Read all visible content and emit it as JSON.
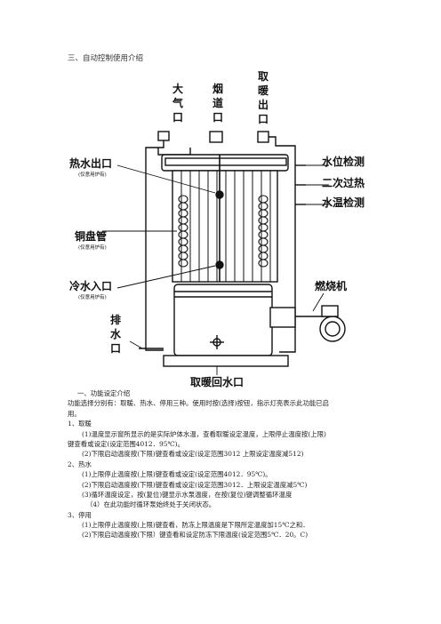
{
  "section_title": "三、自动控制使用介绍",
  "diagram": {
    "labels": {
      "atmosphere": [
        "大",
        "气",
        "口"
      ],
      "flue": [
        "烟",
        "道",
        "口"
      ],
      "heating_outlet": [
        "取",
        "暖",
        "出",
        "口"
      ],
      "hot_water_outlet": "热水出口",
      "hot_water_outlet_note": "(仅意用炉有)",
      "copper_coil": "铜盘管",
      "copper_coil_note": "(仅意用炉有)",
      "cold_water_inlet": "冷水入口",
      "cold_water_inlet_note": "(仅意用炉有)",
      "drain": [
        "排",
        "水",
        "口"
      ],
      "water_level_detect": "水位检测",
      "secondary_overheat": "二次过热",
      "water_temp_detect": "水温检测",
      "burner": "燃烧机",
      "heating_return": "取暖回水口"
    }
  },
  "content": {
    "heading": "一、功能设定介绍",
    "intro_1": "功能选择分别有：取暖、热水、停用三种。使用时按(选择)按钮，指示灯亮表示此功能已启",
    "intro_2": "用。",
    "s1_title": "1、取暖",
    "s1_l1": "(1)温度显示窗所显示的是实际炉体水温，查看取暖设定温度，上限停止温度按(上限)",
    "s1_l2": "键查看或设定(设定范围4012．95℃)。",
    "s1_l3": "(2)下限启动温度按(下限)键查看或设定(设定范围3012 上限设定温度减512)",
    "s2_title": "2、热水",
    "s2_l1": "(1)上限停止温度按(上限)键查看或设定(设定范围4012．95℃)。",
    "s2_l2": "(2)下限启动温度按(下限)键查看或设定(设定范围3012．上限设定温度减5℃)",
    "s2_l3": "(3)循环温度设定，按(复位)键显示水泵温度，在按(复位)键调整循环温度",
    "s2_l4": "（4）在此功能时循环泵始终处于关闭状态。",
    "s3_title": "3、停用",
    "s3_l1": "(1)上限停止温度按(上限)键查看，防冻上限温度是下限所定温度加15℃之和．",
    "s3_l2": "(2)下限启动温度按(下限）键查看和设定防冻下限温度(设定范围5℃．20。C)"
  }
}
